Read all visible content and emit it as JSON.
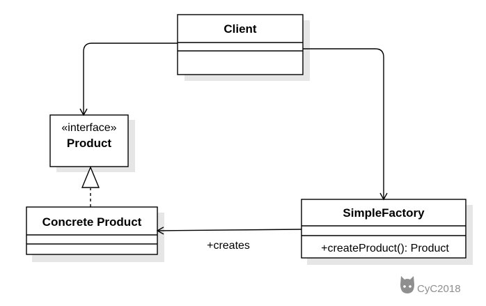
{
  "diagram": {
    "client": {
      "name": "Client"
    },
    "product": {
      "stereotype": "«interface»",
      "name": "Product"
    },
    "concrete_product": {
      "name": "Concrete Product"
    },
    "simple_factory": {
      "name": "SimpleFactory",
      "method": "+createProduct(): Product"
    },
    "creates_label": "+creates"
  },
  "watermark": {
    "text": "CyC2018",
    "icon": "github-cat-icon"
  },
  "colors": {
    "line": "#000000",
    "shadow": "#e6e6e6",
    "watermark": "#8f8f8f"
  }
}
